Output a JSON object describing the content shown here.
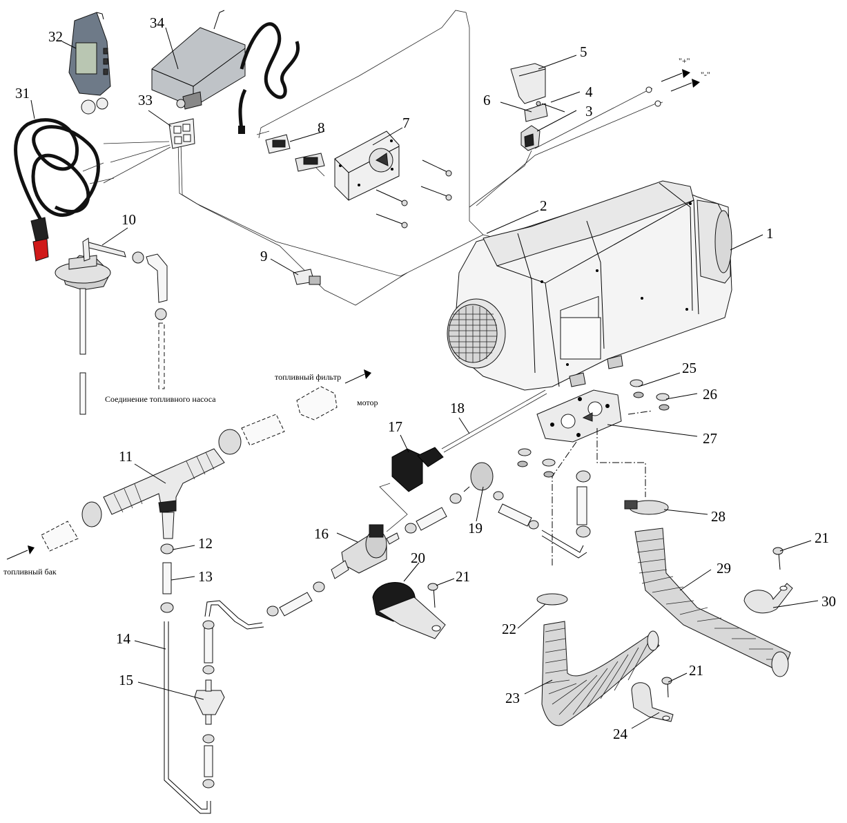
{
  "labels": {
    "n1": "1",
    "n2": "2",
    "n3": "3",
    "n4": "4",
    "n5": "5",
    "n6": "6",
    "n7": "7",
    "n8": "8",
    "n9": "9",
    "n10": "10",
    "n11": "11",
    "n12": "12",
    "n13": "13",
    "n14": "14",
    "n15": "15",
    "n16": "16",
    "n17": "17",
    "n18": "18",
    "n19": "19",
    "n20": "20",
    "n21a": "21",
    "n21b": "21",
    "n21c": "21",
    "n22": "22",
    "n23": "23",
    "n24": "24",
    "n25": "25",
    "n26": "26",
    "n27": "27",
    "n28": "28",
    "n29": "29",
    "n30": "30",
    "n31": "31",
    "n32": "32",
    "n33": "33",
    "n34": "34"
  },
  "captions": {
    "plus": "\"+\"",
    "minus": "\"-\"",
    "fuel_pump_connection": "Соединение топливного насоса",
    "fuel_filter": "топливный фильтр",
    "motor": "мотор",
    "fuel_tank": "топливный бак"
  },
  "colors": {
    "line": "#000000",
    "part_fill": "#f2f2f2",
    "shadow": "#cfcfcf",
    "dark": "#1a1a1a",
    "red": "#d01a1a"
  }
}
